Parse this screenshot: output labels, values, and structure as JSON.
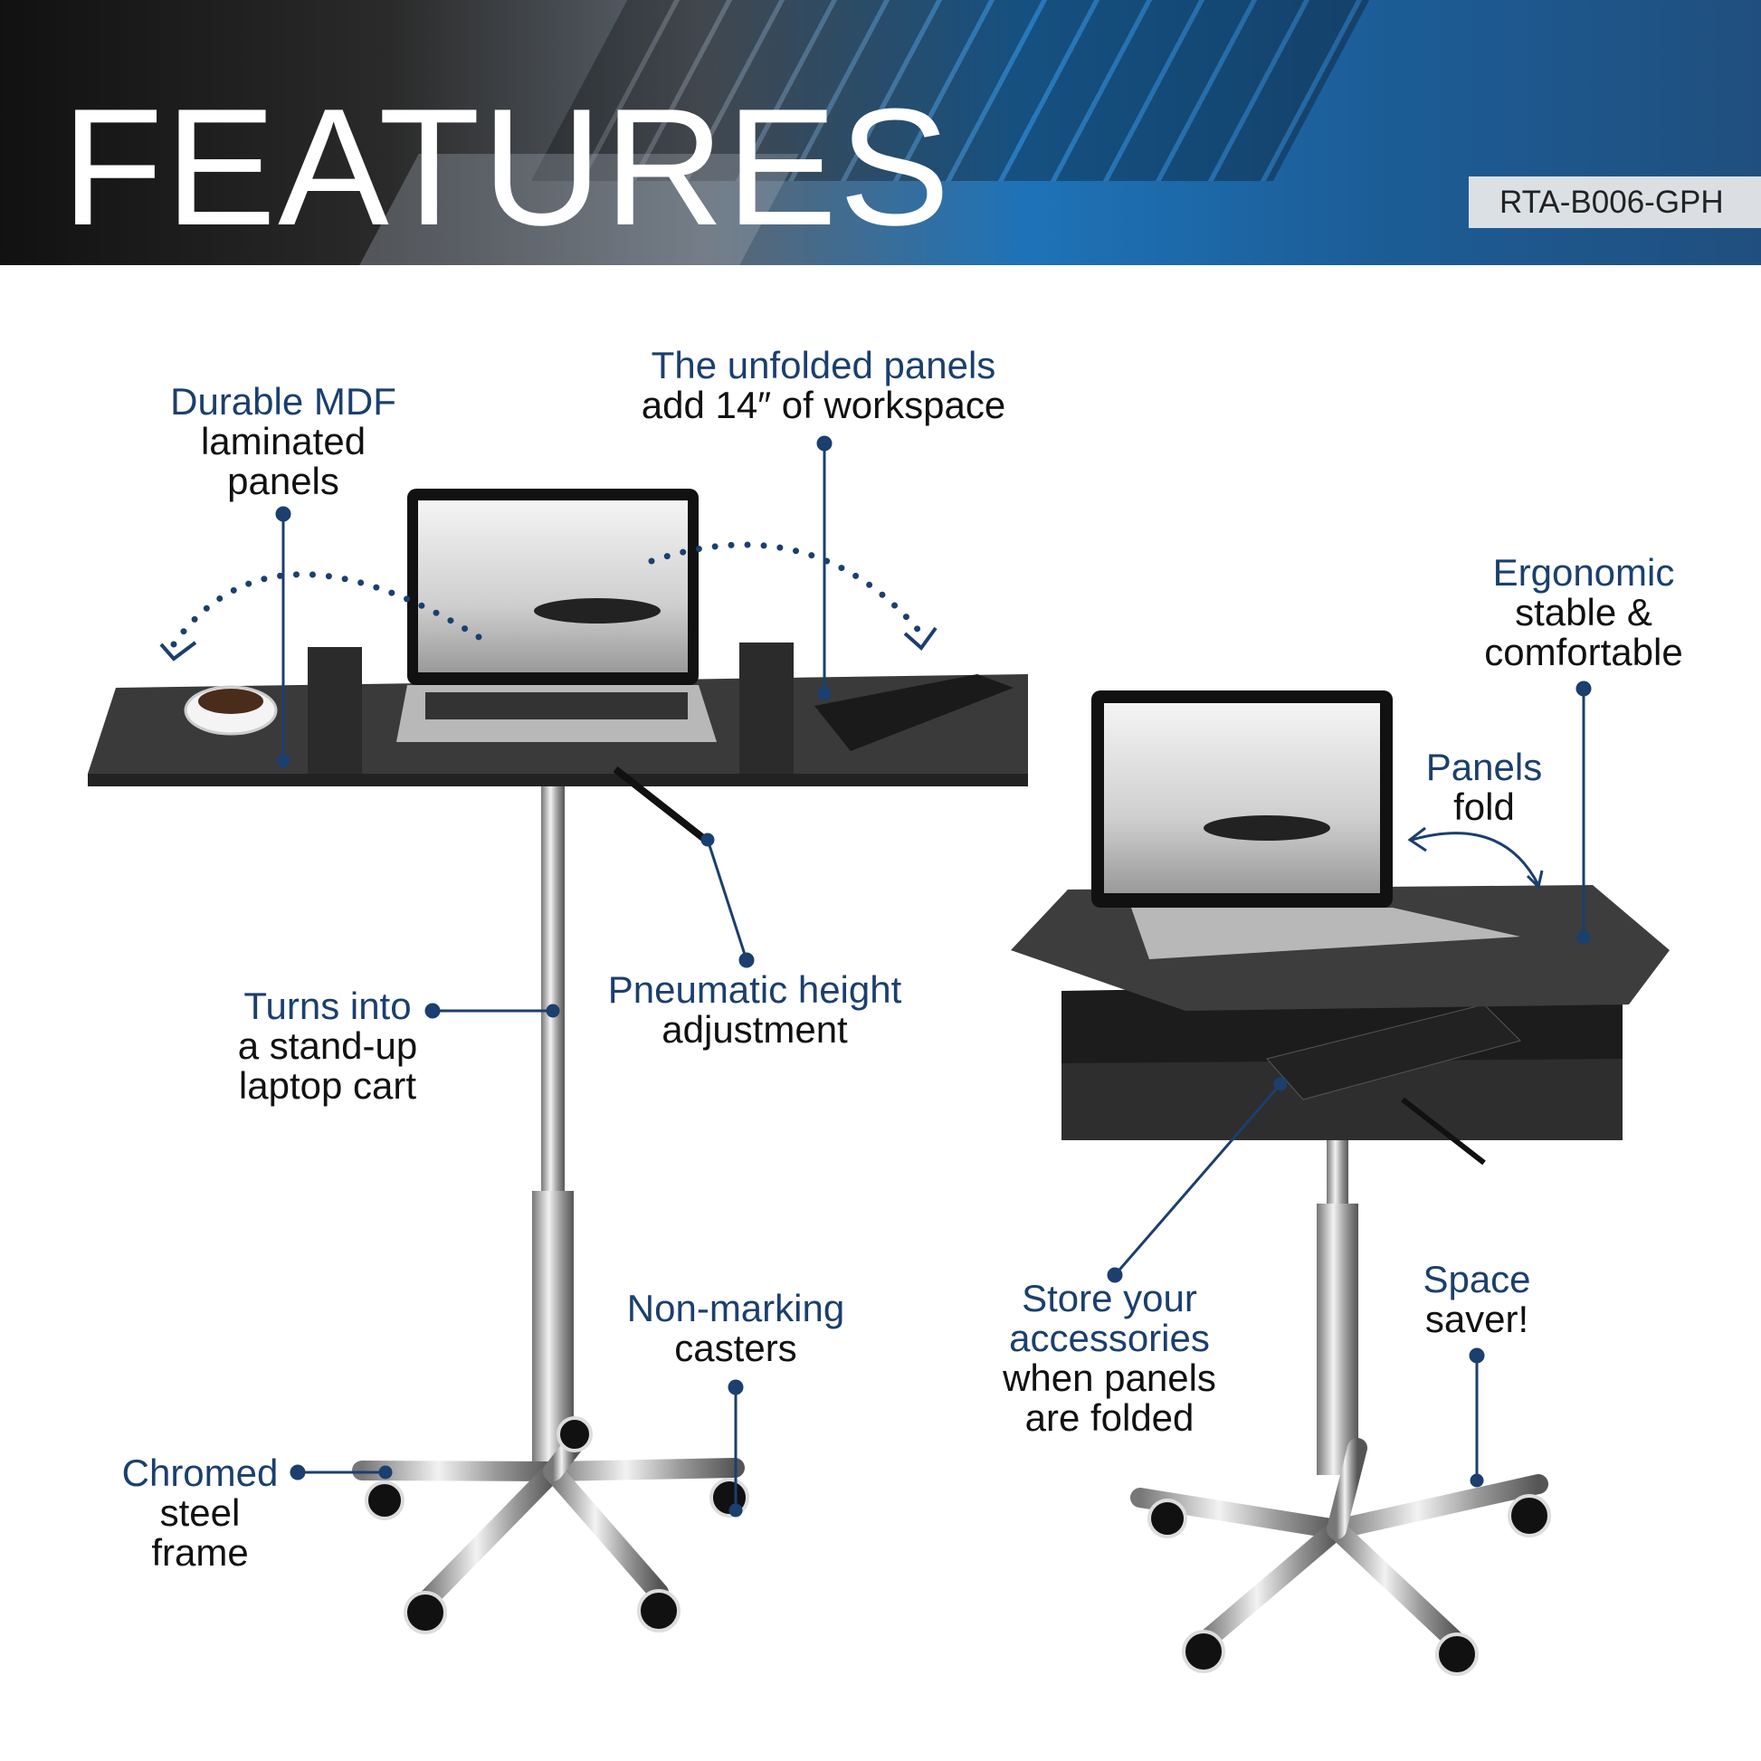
{
  "header": {
    "title": "FEATURES",
    "model": "RTA-B006-GPH"
  },
  "callouts": {
    "mdf": {
      "highlight": "Durable MDF",
      "lines": [
        "laminated",
        "panels"
      ]
    },
    "unfolded": {
      "highlight": "The unfolded panels",
      "lines": [
        "add 14″ of workspace"
      ]
    },
    "ergonomic": {
      "highlight": "Ergonomic",
      "lines": [
        "stable &",
        "comfortable"
      ]
    },
    "panels_fold": {
      "highlight": "Panels",
      "lines": [
        "fold"
      ]
    },
    "standup": {
      "highlight": "Turns into",
      "lines": [
        "a stand-up",
        "laptop cart"
      ]
    },
    "pneumatic": {
      "highlight": "Pneumatic height",
      "lines": [
        "adjustment"
      ]
    },
    "casters": {
      "highlight": "Non-marking",
      "lines": [
        "casters"
      ]
    },
    "chromed": {
      "highlight": "Chromed",
      "lines": [
        "steel",
        "frame"
      ]
    },
    "store": {
      "highlight_lines": [
        "Store your",
        "accessories"
      ],
      "lines": [
        "when panels",
        "are folded"
      ]
    },
    "space": {
      "highlight": "Space",
      "lines": [
        "saver!"
      ]
    }
  },
  "colors": {
    "accent": "#1b3f6e",
    "text": "#111111"
  }
}
